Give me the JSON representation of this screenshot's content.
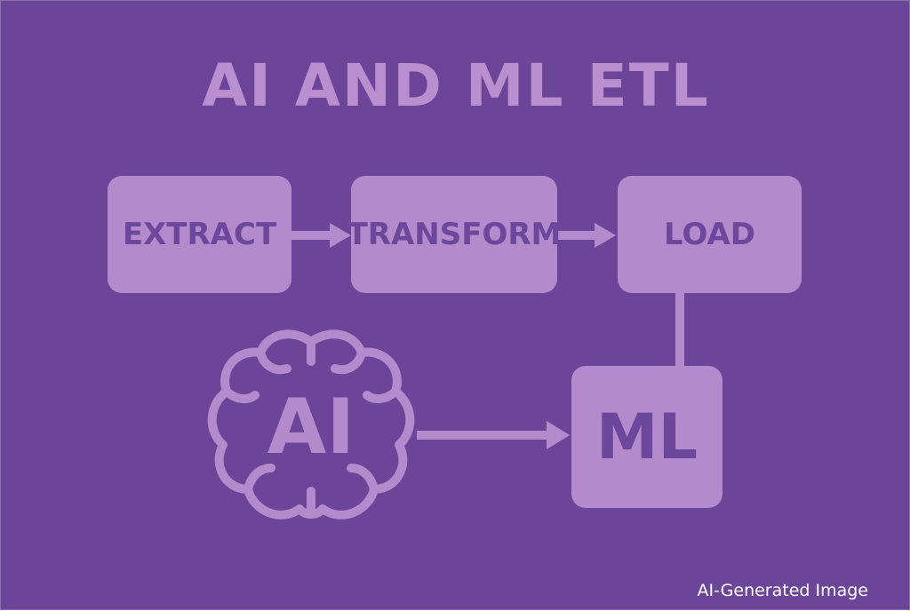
{
  "title": "AI AND ML ETL",
  "nodes": {
    "extract": "EXTRACT",
    "transform": "TRANSFORM",
    "load": "LOAD",
    "ml": "ML",
    "ai": "AI"
  },
  "watermark": "AI-Generated Image",
  "colors": {
    "background": "#6c4598",
    "box_fill": "#b38bcd",
    "box_text": "#6d479b",
    "title": "#b98fd0",
    "watermark": "#ffffff"
  },
  "icons": [
    "brain-icon",
    "arrow-right-icon"
  ]
}
